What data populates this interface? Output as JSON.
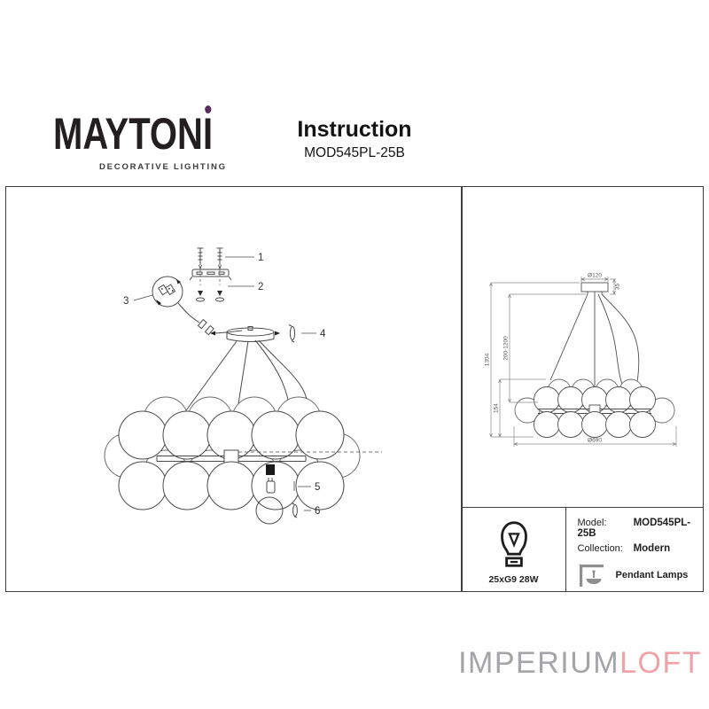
{
  "header": {
    "brand_main": "MAYTON",
    "brand_i": "I",
    "brand_subtitle": "DECORATIVE LIGHTING",
    "title": "Instruction",
    "model": "MOD545PL-25B"
  },
  "assembly": {
    "parts": [
      "1",
      "2",
      "3",
      "4",
      "5",
      "6"
    ]
  },
  "tech_drawing": {
    "canopy_diameter": "Ø120",
    "canopy_height": "35",
    "total_height": "1354",
    "suspension_range": "200-1200",
    "fixture_height": "154",
    "diameter": "Ø690"
  },
  "specs": {
    "bulb": "25xG9 28W",
    "model_label": "Model:",
    "model_value": "MOD545PL-25B",
    "collection_label": "Collection:",
    "collection_value": "Modern",
    "type_value": "Pendant Lamps"
  },
  "footer": {
    "brand_gray": "IMPERIUM",
    "brand_pink": "LOFT"
  },
  "colors": {
    "brand_dot": "#5b2d5e",
    "line": "#4b4b4b",
    "footer_gray": "#a5a5a9",
    "footer_pink": "#f1a2a7"
  }
}
